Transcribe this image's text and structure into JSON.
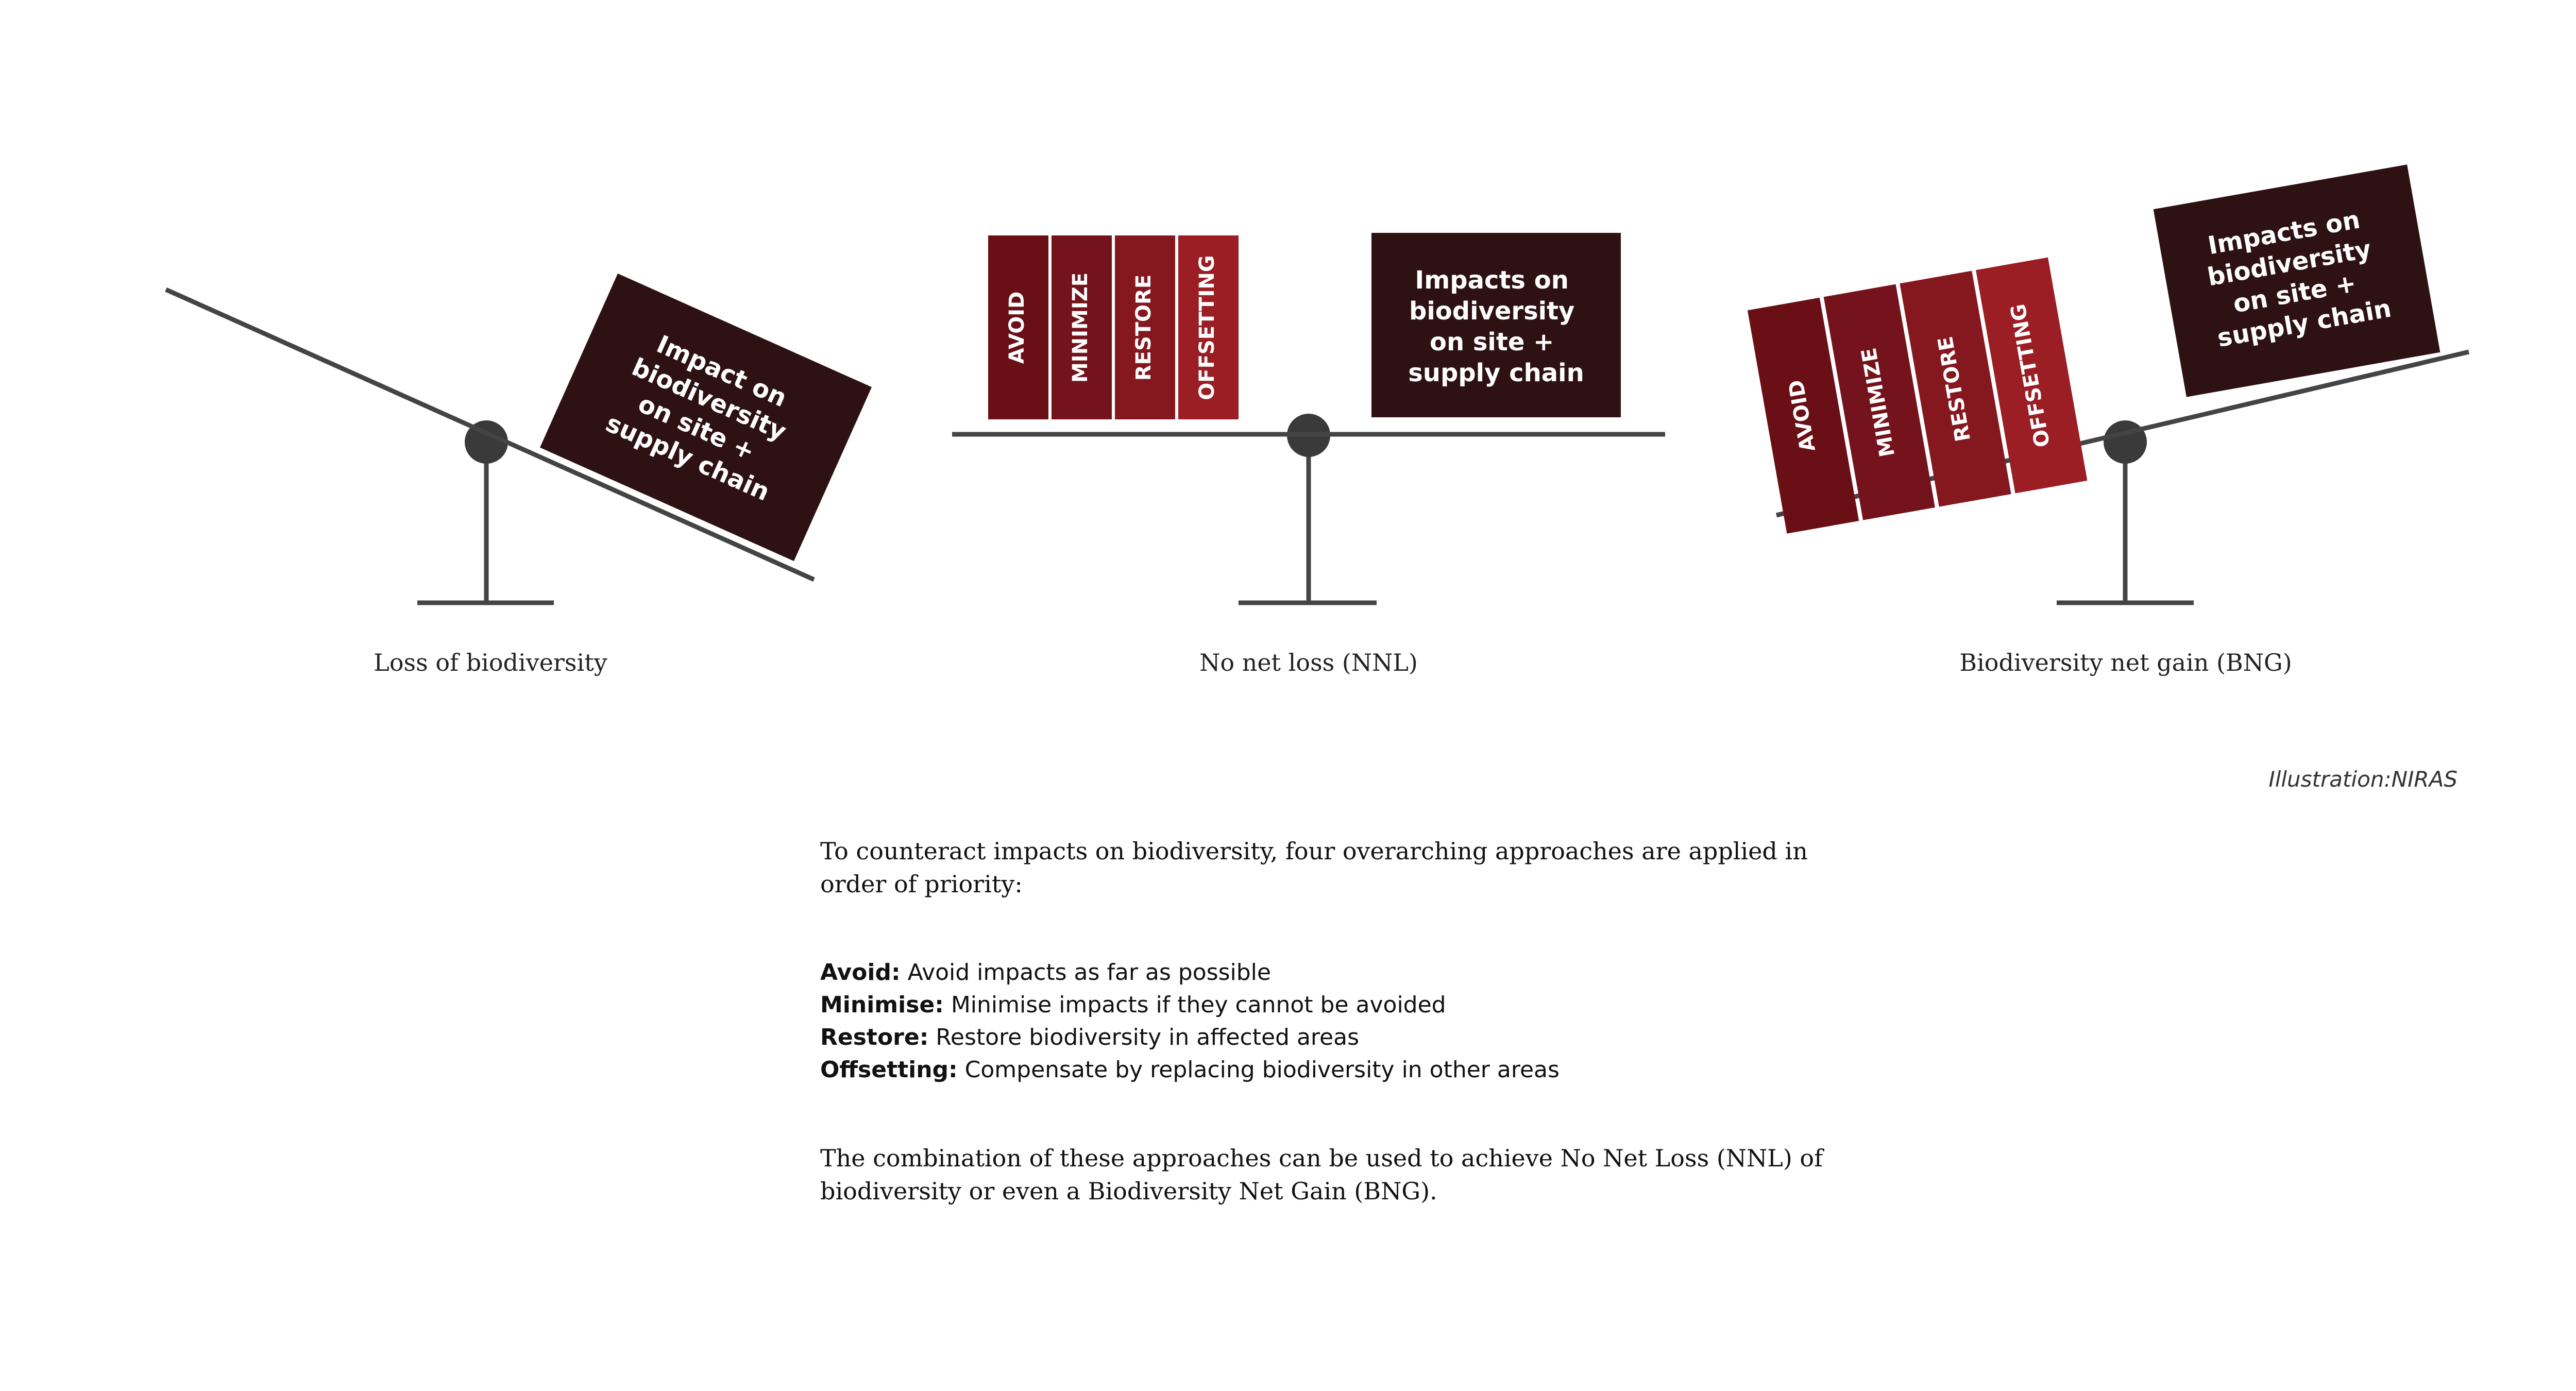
{
  "colors": {
    "dark_box": "#2d1113",
    "avoid": "#6a0f16",
    "minimize": "#74131b",
    "restore": "#85181f",
    "offsetting": "#9a1e24",
    "beam": "#444444",
    "pivot": "#3a3a3a"
  },
  "scales": [
    {
      "caption": "Loss of biodiversity",
      "impact_lines": [
        "Impact on",
        "biodiversity",
        "on site +",
        "supply chain"
      ]
    },
    {
      "caption": "No net loss (NNL)",
      "impact_lines": [
        "Impacts on",
        "biodiversity",
        "on site +",
        "supply chain"
      ],
      "blocks": [
        "AVOID",
        "MINIMIZE",
        "RESTORE",
        "OFFSETTING"
      ]
    },
    {
      "caption": "Biodiversity net gain (BNG)",
      "impact_lines": [
        "Impacts on",
        "biodiversity",
        "on site +",
        "supply chain"
      ],
      "blocks": [
        "AVOID",
        "MINIMIZE",
        "RESTORE",
        "OFFSETTING"
      ]
    }
  ],
  "credit": "Illustration:NIRAS",
  "text": {
    "intro": "To counteract impacts on biodiversity, four overarching approaches are applied in order of priority:",
    "approaches": [
      {
        "term": "Avoid:",
        "desc": " Avoid impacts as far as possible"
      },
      {
        "term": "Minimise:",
        "desc": " Minimise impacts if they cannot be avoided"
      },
      {
        "term": "Restore:",
        "desc": " Restore biodiversity in affected areas"
      },
      {
        "term": "Offsetting:",
        "desc": " Compensate by replacing biodiversity in other areas"
      }
    ],
    "conclusion": "The combination of these approaches can be used to achieve No Net Loss (NNL) of biodiversity or even a Biodiversity Net Gain (BNG)."
  }
}
